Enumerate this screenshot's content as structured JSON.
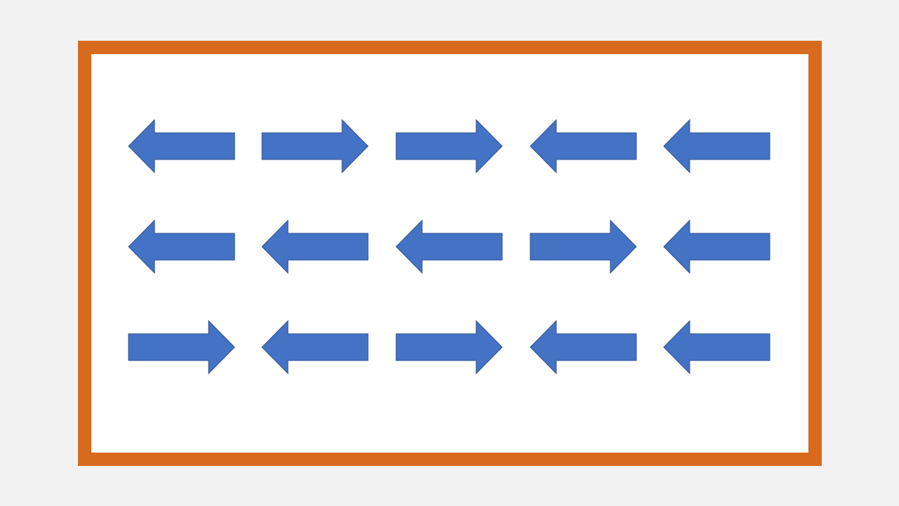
{
  "page": {
    "background_color": "#F2F2F2"
  },
  "frame": {
    "border_color": "#D86A1E",
    "fill_color": "#FFFFFF"
  },
  "arrow_style": {
    "fill_color": "#4472C4",
    "stroke_color": "#2F528F"
  },
  "arrow_grid": {
    "rows": [
      [
        "left",
        "right",
        "right",
        "left",
        "left"
      ],
      [
        "left",
        "left",
        "left",
        "right",
        "left"
      ],
      [
        "right",
        "left",
        "right",
        "left",
        "left"
      ]
    ]
  }
}
